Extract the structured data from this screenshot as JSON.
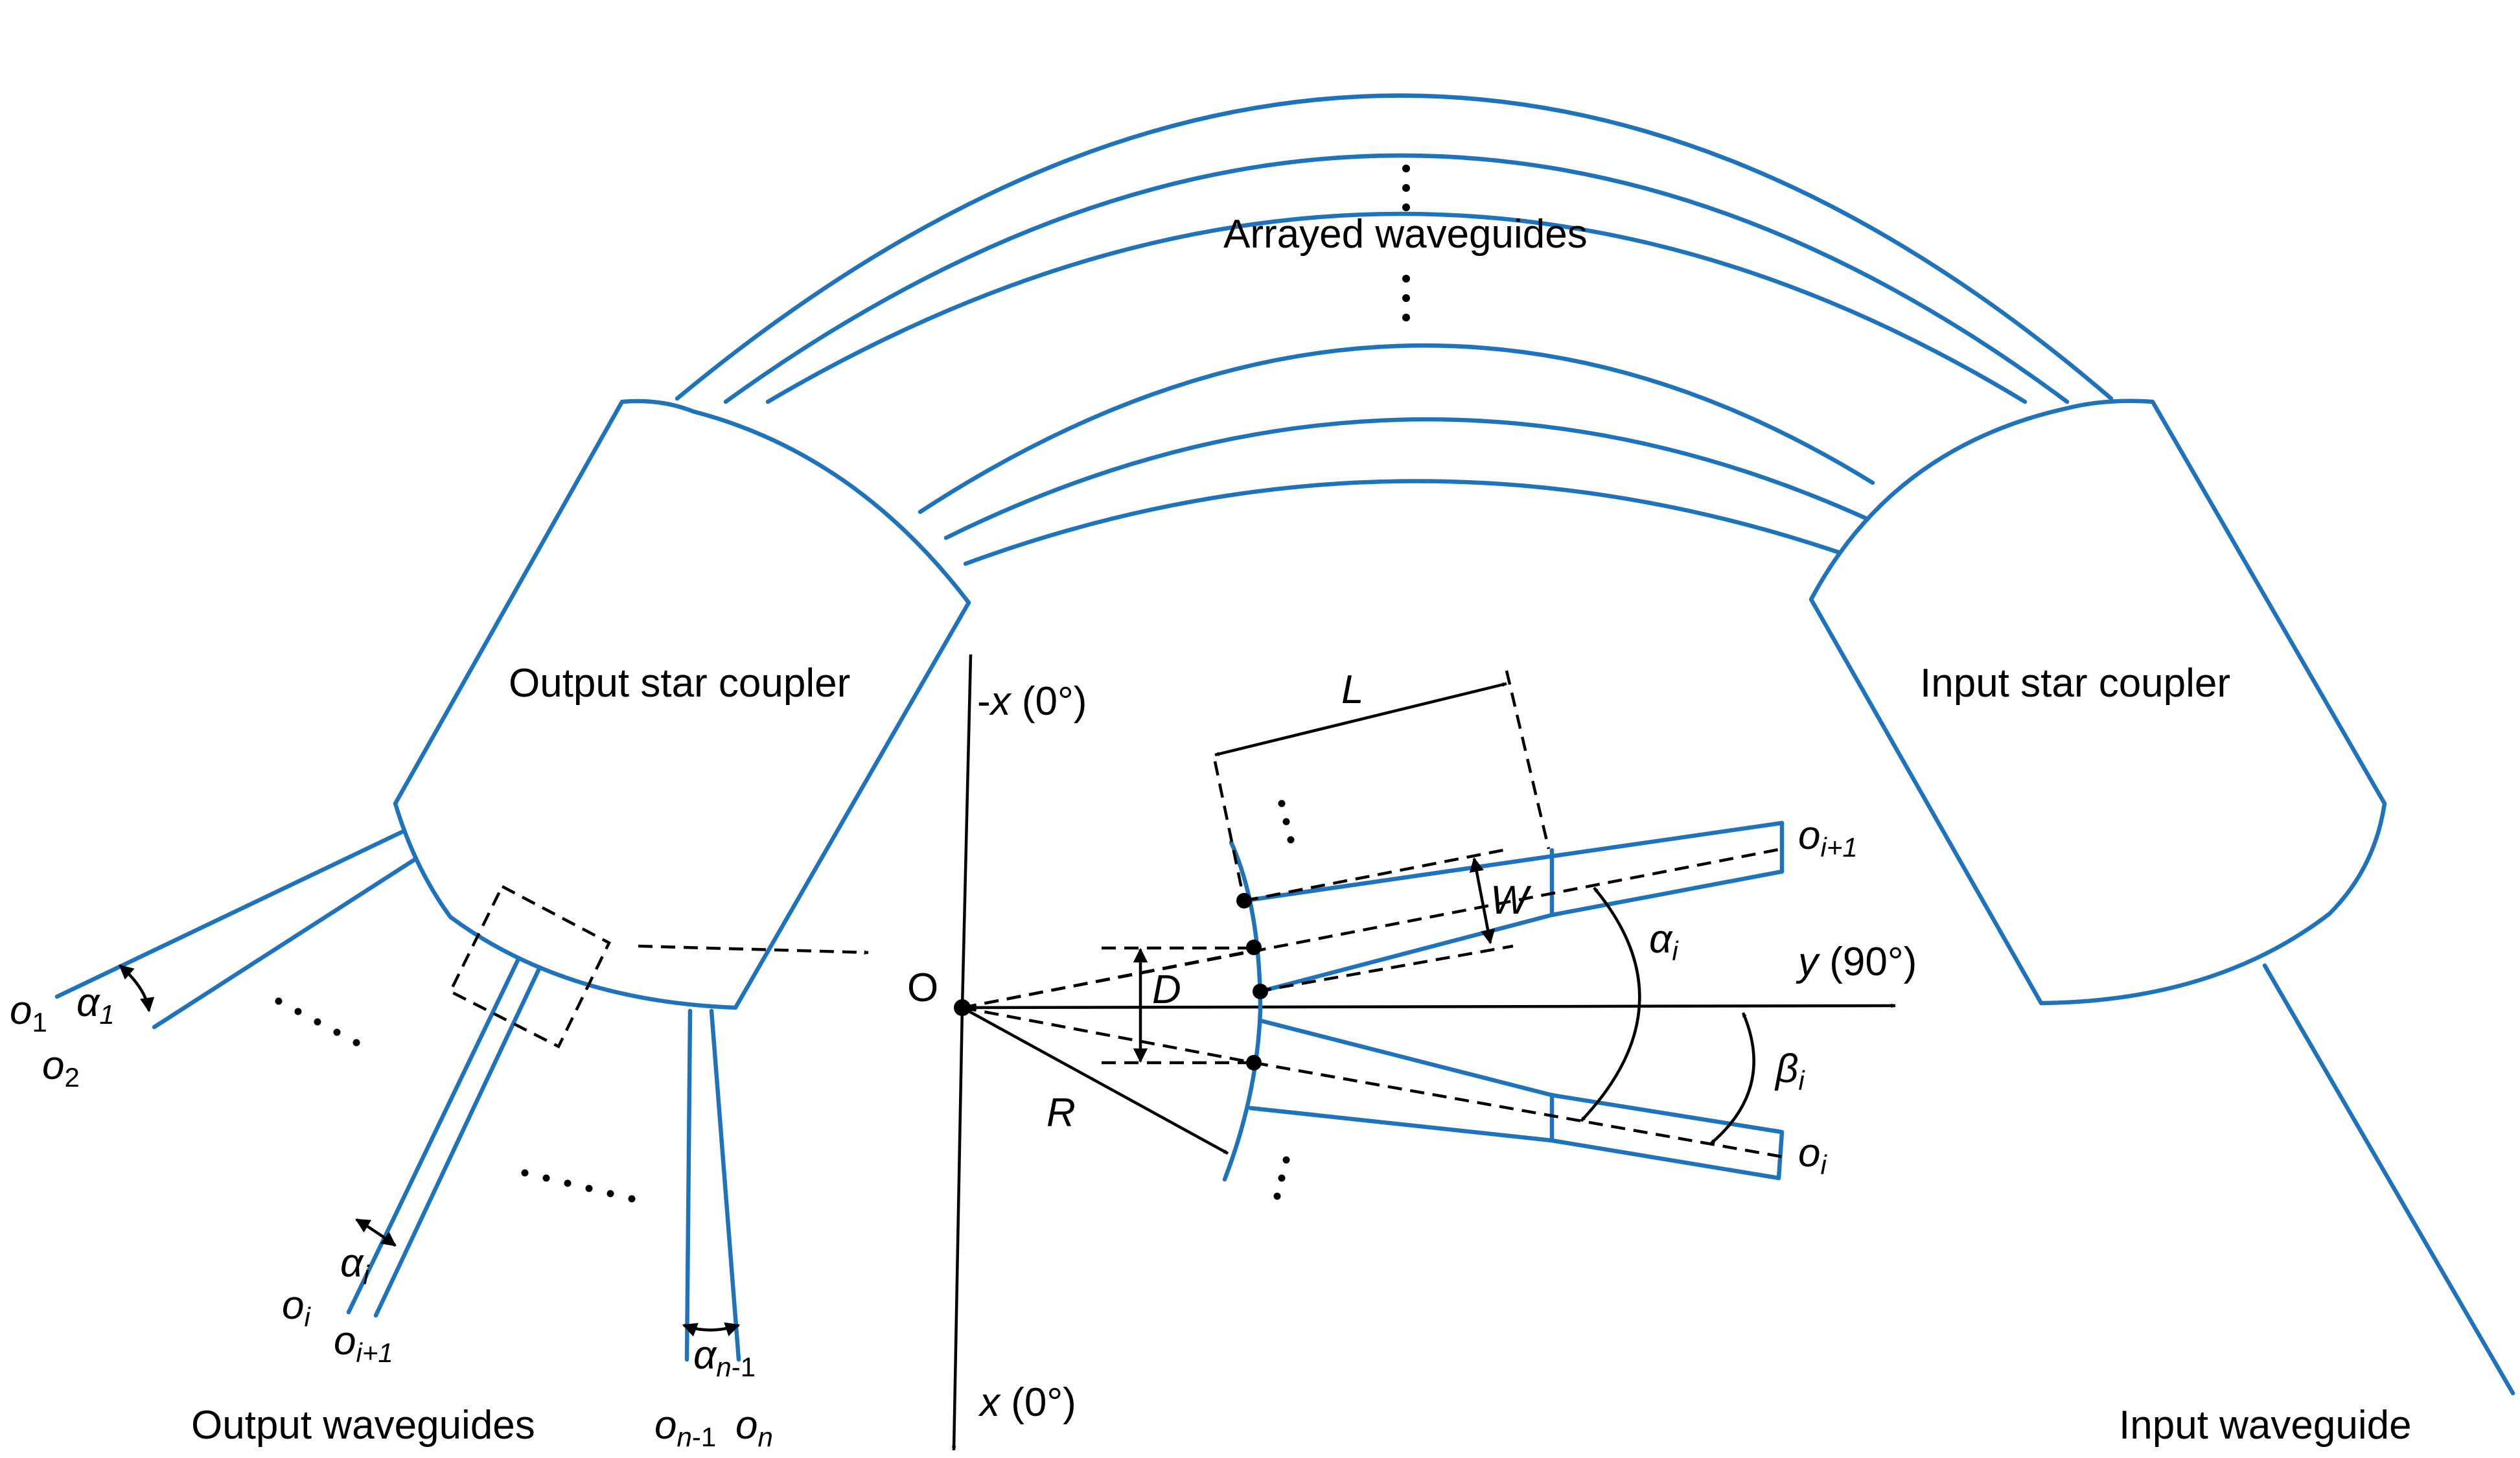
{
  "labels": {
    "arrayed": "Arrayed waveguides",
    "output_coupler": "Output star coupler",
    "input_coupler": "Input star coupler",
    "output_waveguides": "Output waveguides",
    "input_waveguide": "Input waveguide",
    "origin": "O"
  },
  "axes": {
    "neg_x": {
      "sign": "-",
      "var": "x",
      "unit": " (0°)"
    },
    "x": {
      "var": "x",
      "unit": " (0°)"
    },
    "y": {
      "var": "y",
      "unit": " (90°)"
    }
  },
  "symbols": {
    "L": "L",
    "W": "W",
    "D": "D",
    "R": "R",
    "alpha": "α",
    "beta": "β",
    "o": "o",
    "sub_1": "1",
    "sub_2": "2",
    "sub_i": "i",
    "sub_ip1": "i+1",
    "sub_n": "n",
    "sub_nm1_n": "n",
    "sub_nm1_rest": "-1"
  },
  "colors": {
    "waveguide": "#1f73ba",
    "annotation": "#000000"
  }
}
